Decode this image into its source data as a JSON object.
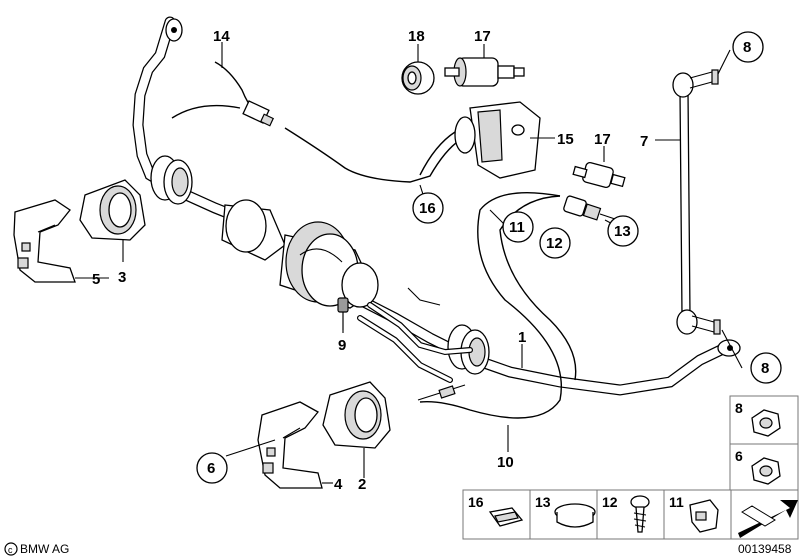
{
  "labels": {
    "p1": "1",
    "p2": "2",
    "p3": "3",
    "p4": "4",
    "p5": "5",
    "p6": "6",
    "p7": "7",
    "p8a": "8",
    "p8b": "8",
    "p9": "9",
    "p10": "10",
    "p11": "11",
    "p12": "12",
    "p13": "13",
    "p14": "14",
    "p15": "15",
    "p16": "16",
    "p17a": "17",
    "p17b": "17",
    "p18": "18",
    "p6_main": "6"
  },
  "legend": {
    "nut8": "8",
    "nut6": "6",
    "strip": [
      "16",
      "13",
      "12",
      "11"
    ]
  },
  "footer": {
    "brand": "BMW AG",
    "doc_number": "00139458"
  }
}
